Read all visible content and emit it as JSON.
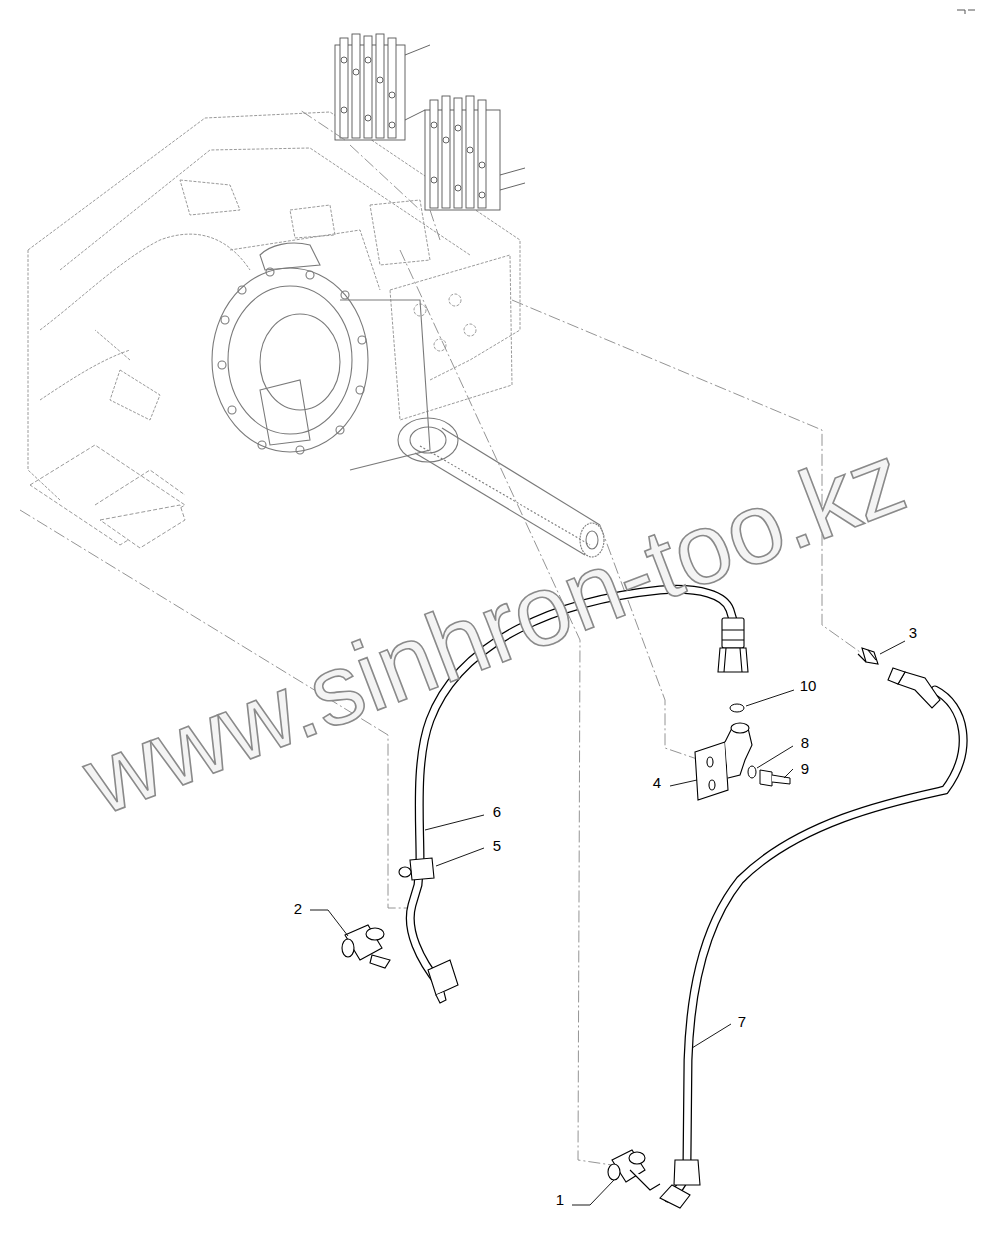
{
  "diagram": {
    "labels": [
      "3",
      "10",
      "8",
      "4",
      "9",
      "6",
      "5",
      "2",
      "7",
      "1",
      "www.sinhron-too.kz"
    ]
  }
}
